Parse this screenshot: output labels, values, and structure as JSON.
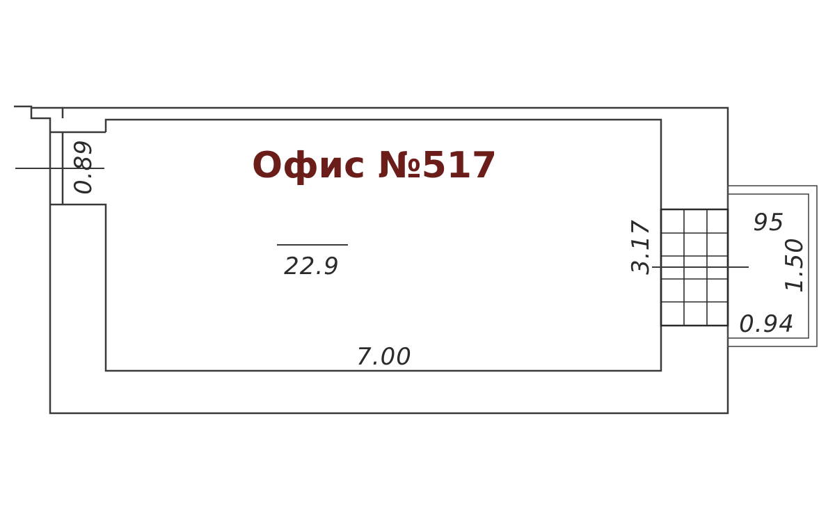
{
  "plan": {
    "title": "Офис №517",
    "area": "22.9",
    "dims": {
      "room_length": "7.00",
      "room_width": "3.17",
      "niche_width": "0.89",
      "balcony_width": "1.50",
      "balcony_depth": "0.94",
      "balcony_label": "95"
    },
    "colors": {
      "title": "#6b1d1a",
      "lines": "#3a3a3a"
    }
  }
}
